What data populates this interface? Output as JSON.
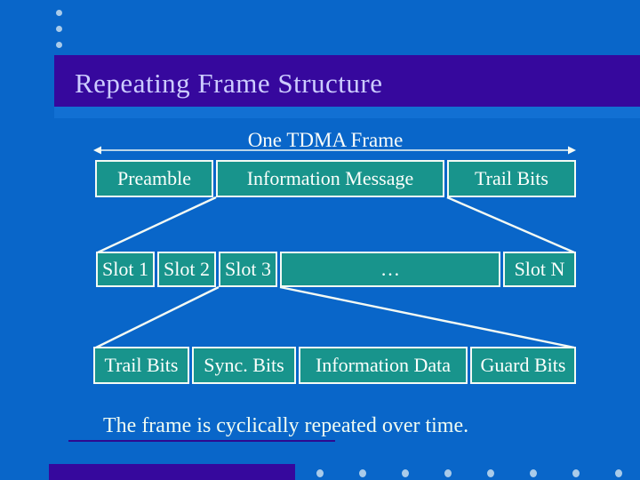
{
  "slide": {
    "title": "Repeating Frame Structure",
    "caption": "The frame is cyclically repeated over time."
  },
  "diagram": {
    "frame_label": "One TDMA Frame",
    "top_row": [
      {
        "label": "Preamble"
      },
      {
        "label": "Information Message"
      },
      {
        "label": "Trail Bits"
      }
    ],
    "slot_row": [
      {
        "label": "Slot 1"
      },
      {
        "label": "Slot 2"
      },
      {
        "label": "Slot 3"
      },
      {
        "label": "…"
      },
      {
        "label": "Slot N"
      }
    ],
    "detail_row": [
      {
        "label": "Trail Bits"
      },
      {
        "label": "Sync. Bits"
      },
      {
        "label": "Information Data"
      },
      {
        "label": "Guard Bits"
      }
    ]
  },
  "colors": {
    "background": "#0966c9",
    "title_bar": "#36089d",
    "title_text": "#ccccff",
    "accent_band": "#1270d3",
    "box_fill": "#18948c",
    "box_border": "#f4faf4",
    "box_text": "#fcfffc",
    "connector_lines": "#f4faf4",
    "bullet_dot": "#a9cbea",
    "bottom_bar": "#36089d"
  }
}
